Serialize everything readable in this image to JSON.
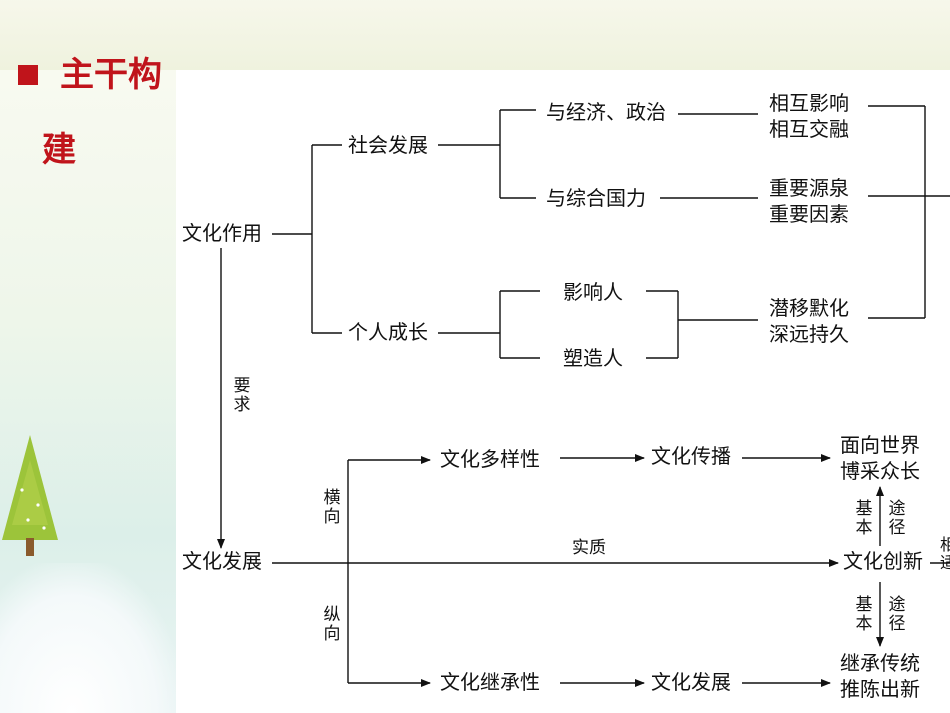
{
  "slide": {
    "heading_line1": "主干构",
    "heading_line2": "建",
    "bullet_icon": "square-bullet-icon",
    "accent_color": "#c0141b",
    "tree_icon": "christmas-tree-icon"
  },
  "diagram": {
    "culture_function": "文化作用",
    "social_development": "社会发展",
    "personal_growth": "个人成长",
    "with_economy_politics": "与经济、政治",
    "with_national_strength": "与综合国力",
    "mutual_influence_line1": "相互影响",
    "mutual_influence_line2": "相互交融",
    "important_source_line1": "重要源泉",
    "important_source_line2": "重要因素",
    "influence_people": "影响人",
    "shape_people": "塑造人",
    "subtle_line1": "潜移默化",
    "subtle_line2": "深远持久",
    "requirement_line1": "要",
    "requirement_line2": "求",
    "culture_development": "文化发展",
    "horizontal_line1": "横",
    "horizontal_line2": "向",
    "vertical_line1": "纵",
    "vertical_line2": "向",
    "cultural_diversity": "文化多样性",
    "cultural_spread": "文化传播",
    "face_world_line1": "面向世界",
    "face_world_line2": "博采众长",
    "essence": "实质",
    "cultural_innovation": "文化创新",
    "basic_path_up_col1": "基本",
    "basic_path_up_col2": "途径",
    "basic_path_down_col1": "基本",
    "basic_path_down_col2": "途径",
    "cultural_inheritance": "文化继承性",
    "culture_development_2": "文化发展",
    "inherit_line1": "继承传统",
    "inherit_line2": "推陈出新",
    "cut_off_right_1": "相",
    "cut_off_right_2": "适"
  }
}
